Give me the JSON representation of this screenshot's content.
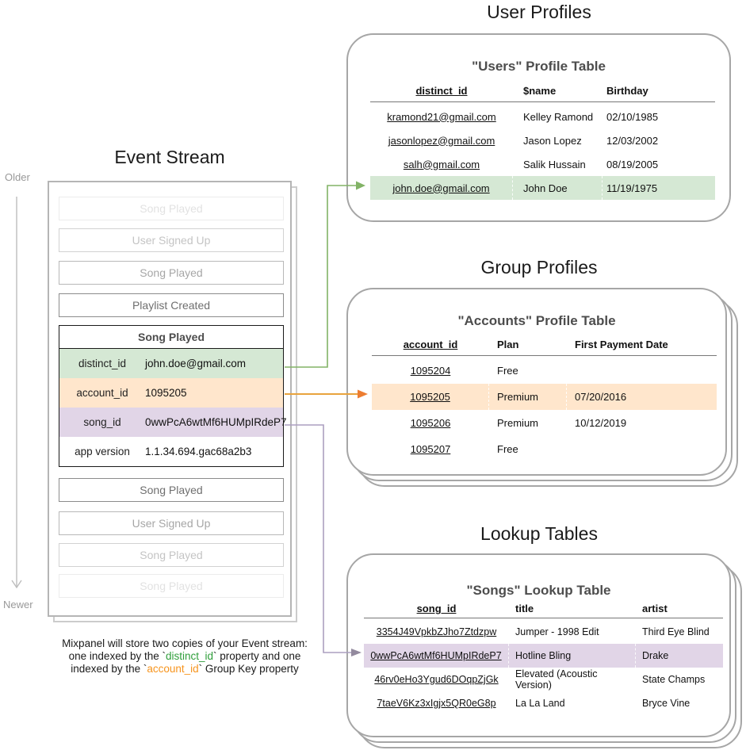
{
  "diagram": {
    "timeline": {
      "older": "Older",
      "newer": "Newer"
    },
    "event_stream": {
      "title": "Event Stream",
      "events_before": [
        "Song Played",
        "User Signed Up",
        "Song Played",
        "Playlist Created"
      ],
      "active_event": {
        "name": "Song Played",
        "properties": [
          {
            "key": "distinct_id",
            "value": "john.doe@gmail.com"
          },
          {
            "key": "account_id",
            "value": "1095205"
          },
          {
            "key": "song_id",
            "value": "0wwPcA6wtMf6HUMpIRdeP7"
          },
          {
            "key": "app version",
            "value": "1.1.34.694.gac68a2b3"
          }
        ]
      },
      "events_after": [
        "Song Played",
        "User Signed Up",
        "Song Played",
        "Song Played"
      ]
    },
    "caption": {
      "line1": "Mixpanel will store two copies of your Event stream:",
      "line2_before": "one indexed by the `",
      "line2_keyword": "distinct_id",
      "line2_after": "` property and one",
      "line3_before": "indexed by the `",
      "line3_keyword": "account_id",
      "line3_after": "` Group Key property"
    },
    "user_profiles": {
      "section_title": "User Profiles",
      "table_title": "\"Users\" Profile Table",
      "headers": [
        "distinct_id",
        "$name",
        "Birthday"
      ],
      "rows": [
        [
          "kramond21@gmail.com",
          "Kelley Ramond",
          "02/10/1985"
        ],
        [
          "jasonlopez@gmail.com",
          "Jason Lopez",
          "12/03/2002"
        ],
        [
          "salh@gmail.com",
          "Salik Hussain",
          "08/19/2005"
        ],
        [
          "john.doe@gmail.com",
          "John Doe",
          "11/19/1975"
        ]
      ],
      "highlighted_row": 3
    },
    "group_profiles": {
      "section_title": "Group Profiles",
      "table_title": "\"Accounts\" Profile Table",
      "headers": [
        "account_id",
        "Plan",
        "First Payment Date"
      ],
      "rows": [
        [
          "1095204",
          "Free",
          ""
        ],
        [
          "1095205",
          "Premium",
          "07/20/2016"
        ],
        [
          "1095206",
          "Premium",
          "10/12/2019"
        ],
        [
          "1095207",
          "Free",
          ""
        ]
      ],
      "highlighted_row": 1
    },
    "lookup_tables": {
      "section_title": "Lookup Tables",
      "table_title": "\"Songs\" Lookup Table",
      "headers": [
        "song_id",
        "title",
        "artist"
      ],
      "rows": [
        [
          "3354J49VpkbZJho7Ztdzpw",
          "Jumper - 1998 Edit",
          "Third Eye Blind"
        ],
        [
          "0wwPcA6wtMf6HUMpIRdeP7",
          "Hotline Bling",
          "Drake"
        ],
        [
          "46rv0eHo3Ygud6DOqpZjGk",
          "Elevated (Acoustic Version)",
          "State Champs"
        ],
        [
          "7taeV6Kz3xIgjx5QR0eG8p",
          "La La Land",
          "Bryce Vine"
        ]
      ],
      "highlighted_row": 1
    },
    "colors": {
      "green_fill": "#d5e8d4",
      "green_arrow": "#82b366",
      "orange_fill": "#ffe6cc",
      "orange_arrow": "#e8a33d",
      "purple_fill": "#e1d5e7",
      "purple_arrow": "#a89bc2",
      "caption_green": "#2e9e3a",
      "caption_orange": "#f7941d"
    }
  }
}
